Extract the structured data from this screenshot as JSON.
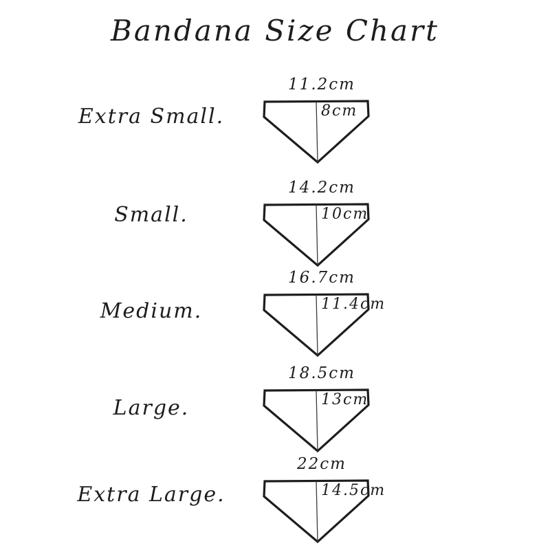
{
  "title": "Bandana Size Chart",
  "colors": {
    "ink": "#1d1d1d",
    "background": "#ffffff"
  },
  "rows": [
    {
      "label": "Extra Small.",
      "width": "11.2cm",
      "height": "8cm"
    },
    {
      "label": "Small.",
      "width": "14.2cm",
      "height": "10cm"
    },
    {
      "label": "Medium.",
      "width": "16.7cm",
      "height": "11.4cm"
    },
    {
      "label": "Large.",
      "width": "18.5cm",
      "height": "13cm"
    },
    {
      "label": "Extra Large.",
      "width": "22cm",
      "height": "14.5cm"
    }
  ]
}
